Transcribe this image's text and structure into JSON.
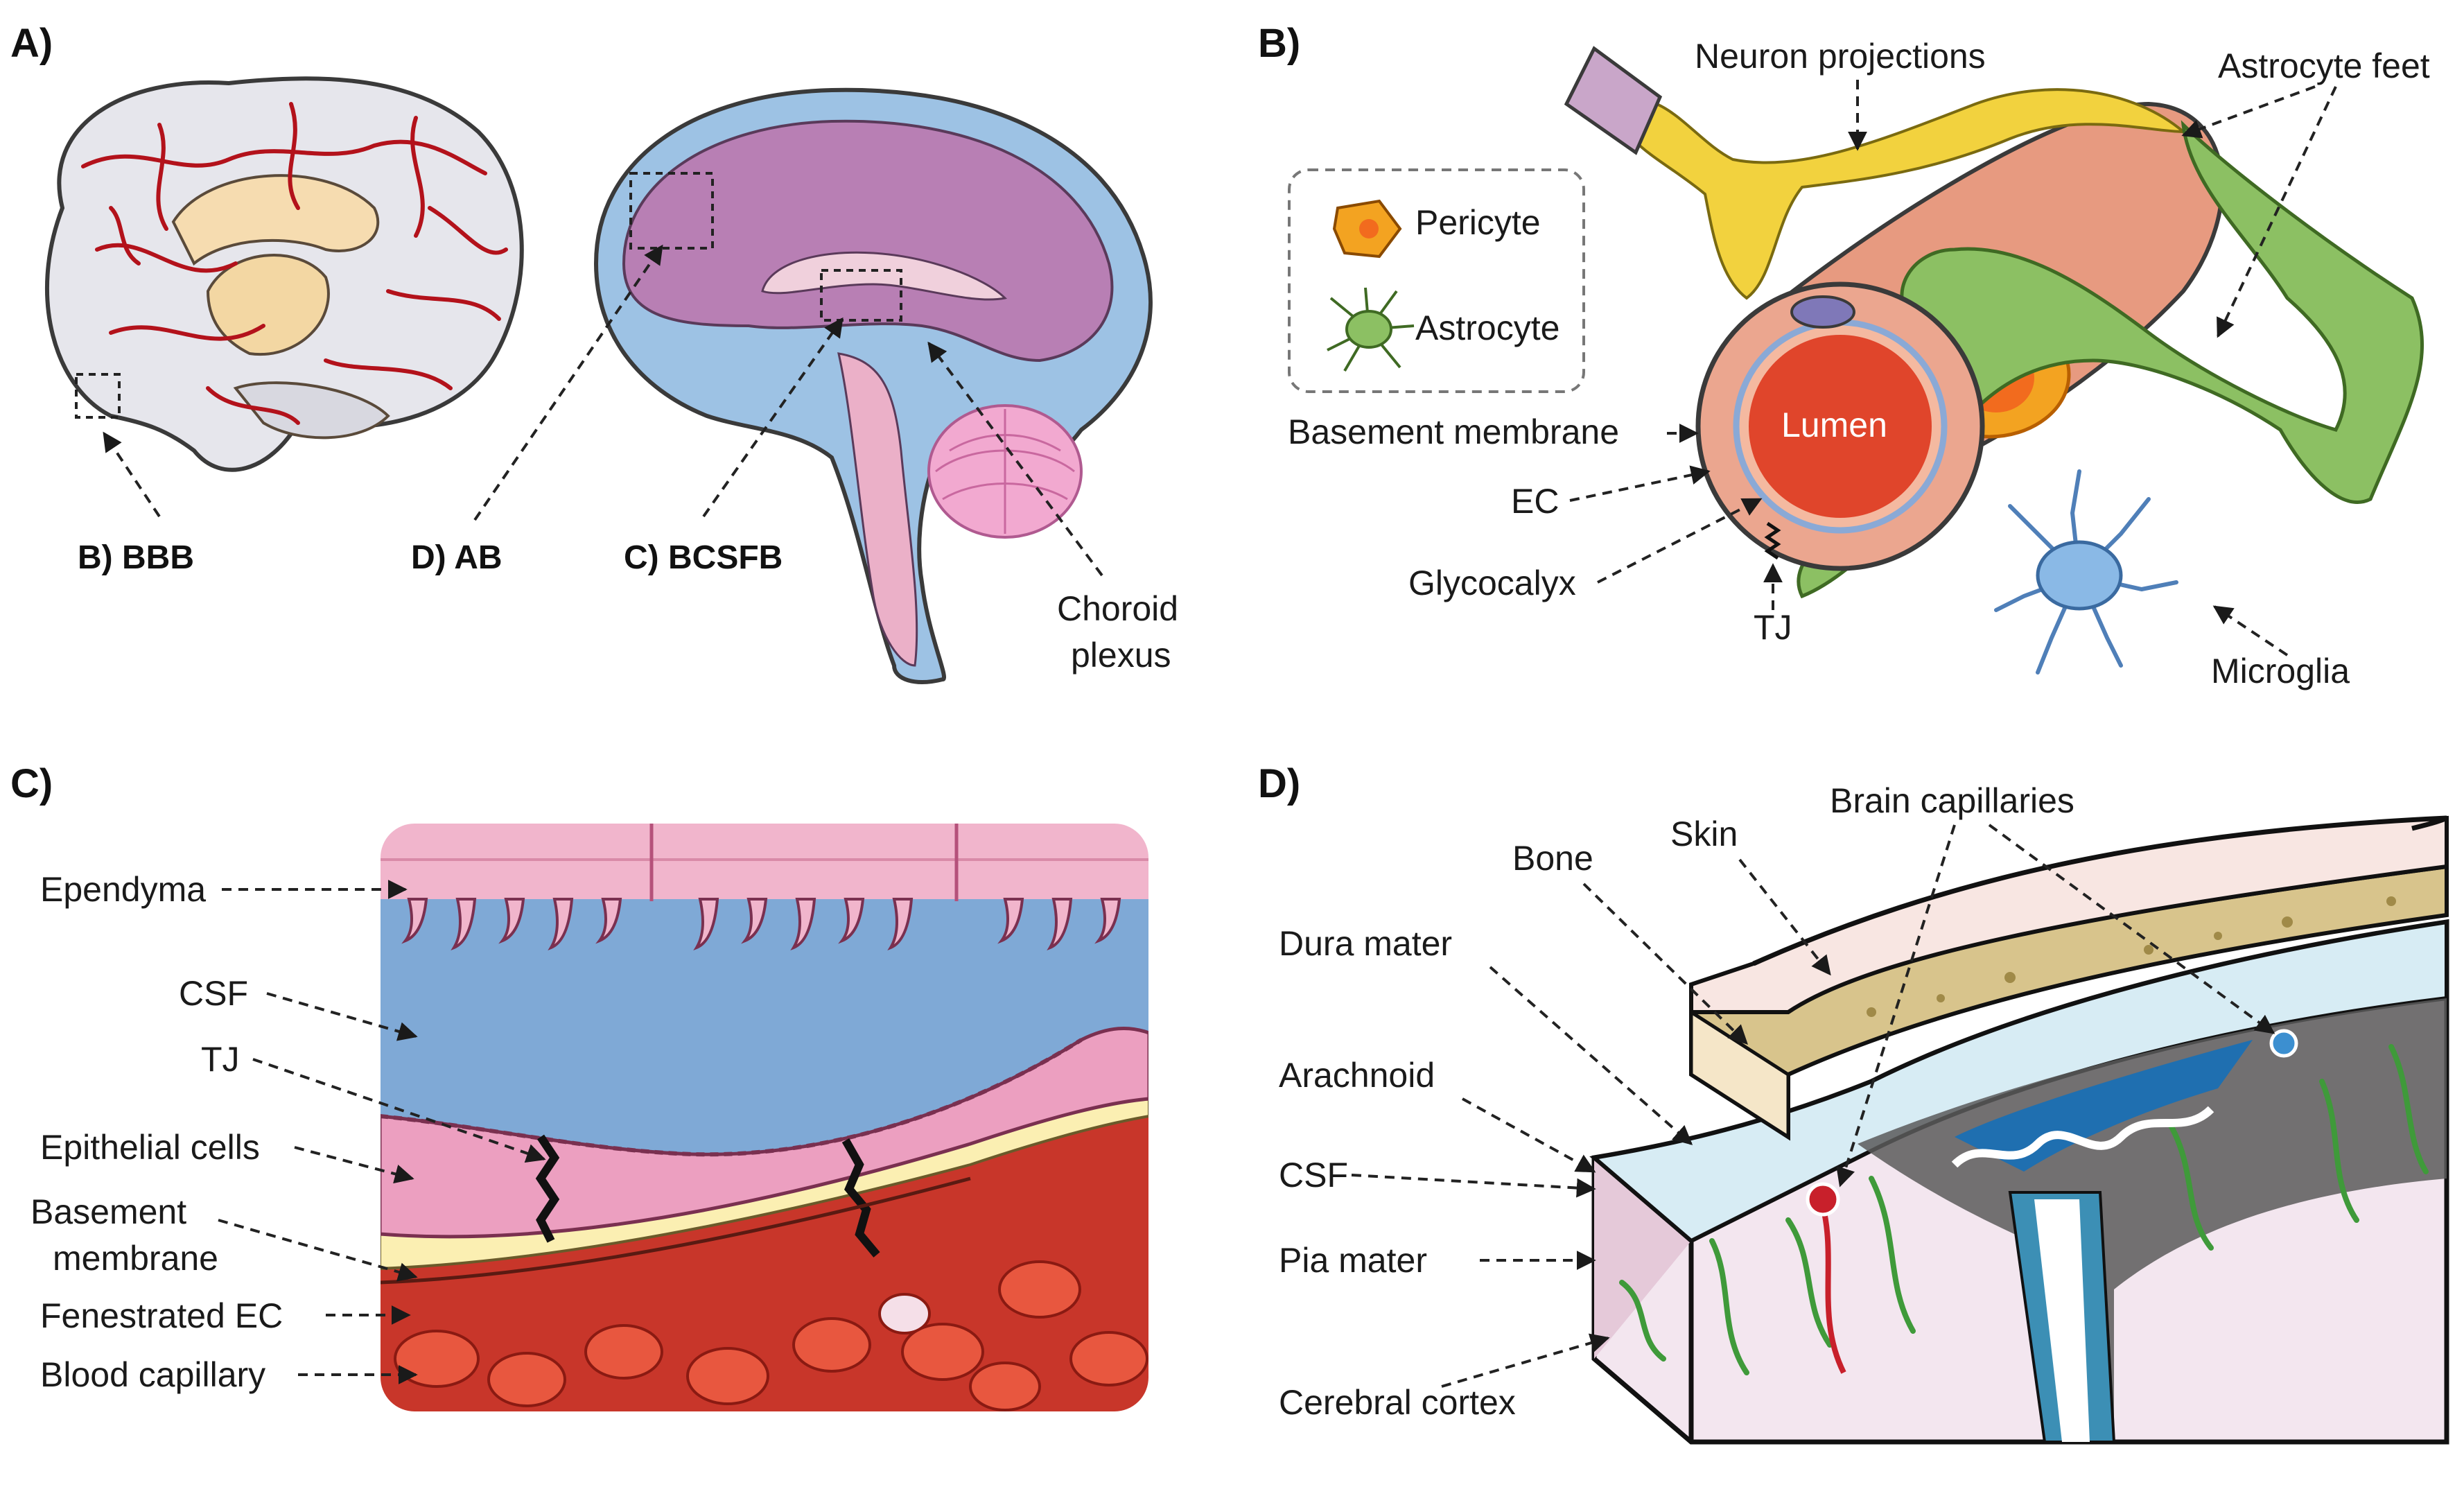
{
  "panel_labels": {
    "a": "A)",
    "b": "B)",
    "c": "C)",
    "d": "D)"
  },
  "panel_a": {
    "bbb": "B) BBB",
    "ab": "D) AB",
    "bcsfb": "C) BCSFB",
    "choroid_line1": "Choroid",
    "choroid_line2": "plexus"
  },
  "panel_b": {
    "neuron_projections": "Neuron projections",
    "astrocyte_feet": "Astrocyte feet",
    "pericyte": "Pericyte",
    "astrocyte": "Astrocyte",
    "basement_membrane": "Basement membrane",
    "lumen": "Lumen",
    "ec": "EC",
    "glycocalyx": "Glycocalyx",
    "tj": "TJ",
    "microglia": "Microglia"
  },
  "panel_c": {
    "ependyma": "Ependyma",
    "csf": "CSF",
    "tj": "TJ",
    "epithelial_cells": "Epithelial cells",
    "basement_line1": "Basement",
    "basement_line2": "membrane",
    "fenestrated_ec": "Fenestrated EC",
    "blood_capillary": "Blood capillary"
  },
  "panel_d": {
    "brain_capillaries": "Brain capillaries",
    "skin": "Skin",
    "bone": "Bone",
    "dura_mater": "Dura mater",
    "arachnoid": "Arachnoid",
    "csf": "CSF",
    "pia_mater": "Pia mater",
    "cerebral_cortex": "Cerebral cortex"
  },
  "colors": {
    "vessel_red": "#b3121b",
    "csf_blue": "#7fa9d6",
    "tissue_pink": "#e7a3c4",
    "cortex_purple": "#b87fb4",
    "astro_green": "#8cc063",
    "neuron_yellow": "#f2d23e",
    "blood_red": "#d9492f",
    "bone_tan": "#d8c48c"
  }
}
